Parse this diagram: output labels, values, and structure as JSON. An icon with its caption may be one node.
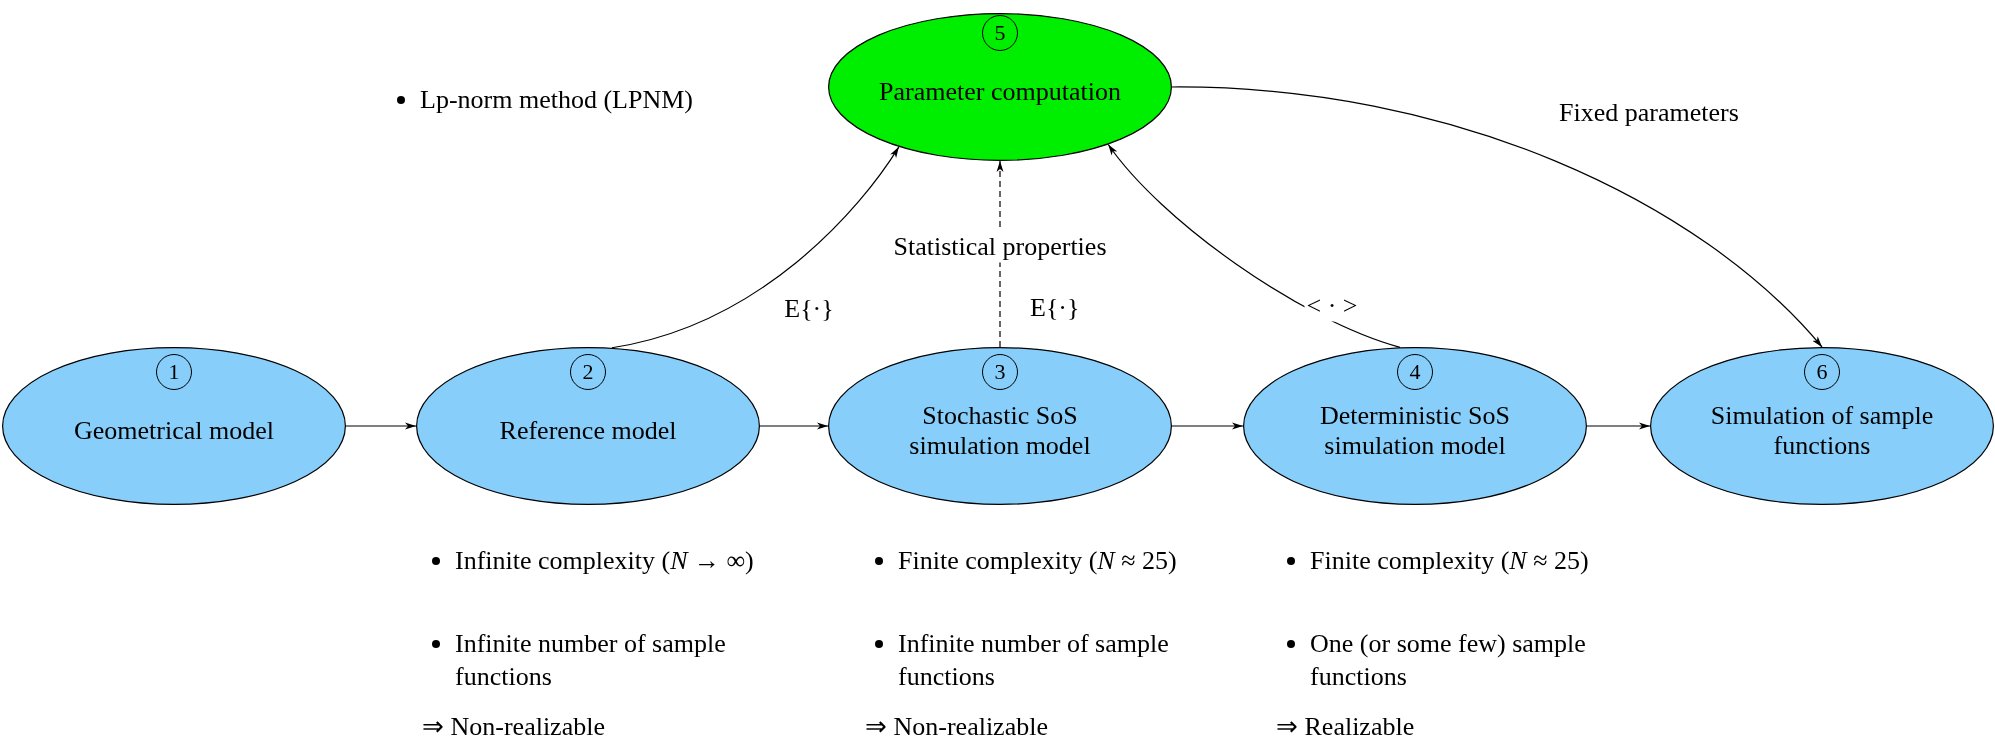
{
  "diagram": {
    "nodes": [
      {
        "text": [
          "1",
          "Geometrical model"
        ]
      },
      {
        "text": [
          "2",
          "Reference model"
        ]
      },
      {
        "text": [
          "3",
          "Stochastic SoS simulation model"
        ]
      },
      {
        "text": [
          "4",
          "Deterministic SoS simulation model"
        ]
      },
      {
        "text": [
          "5",
          "Parameter computation"
        ]
      },
      {
        "text": [
          "6",
          "Simulation of sample functions"
        ]
      }
    ],
    "edges": [
      {
        "from": 0,
        "to": 1,
        "arrow": "to"
      },
      {
        "from": 1,
        "to": 2,
        "arrow": "to"
      },
      {
        "from": 2,
        "to": 3,
        "arrow": "to"
      },
      {
        "from": 3,
        "to": 5,
        "arrow": "to"
      },
      {
        "from": 1,
        "to": 4,
        "arrow": "to",
        "label": "E{·}"
      },
      {
        "from": 2,
        "to": 4,
        "arrow": "to",
        "style": "dashed",
        "label": "Statistical properties"
      },
      {
        "from": 3,
        "to": 4,
        "arrow": "to",
        "label": "< · >"
      },
      {
        "from": 4,
        "to": 5,
        "arrow": "to",
        "label": "Fixed parameters"
      }
    ],
    "labels": [
      "Lp-norm method (LPNM)",
      "E{·}",
      "Infinite complexity (*N* → ∞)",
      "Infinite number of sample functions",
      "⇒ Non-realizable",
      "Finite complexity (*N* ≈ 25)",
      "Infinite number of sample functions",
      "⇒ Non-realizable",
      "Finite complexity (*N* ≈ 25)",
      "One (or some few) sample functions",
      "⇒ Realizable"
    ]
  }
}
